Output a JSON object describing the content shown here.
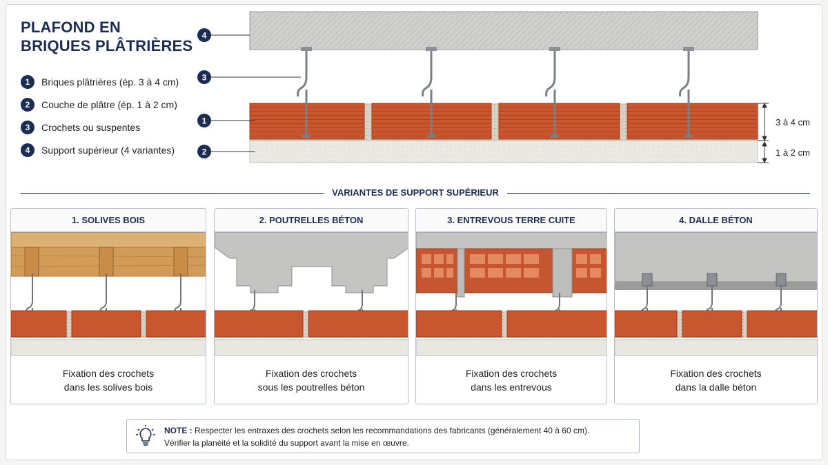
{
  "title_line1": "PLAFOND EN",
  "title_line2": "BRIQUES PLÂTRIÈRES",
  "legend": [
    {
      "num": "1",
      "text": "Briques plâtrières (ép. 3 à 4 cm)"
    },
    {
      "num": "2",
      "text": "Couche de plâtre (ép. 1 à 2 cm)"
    },
    {
      "num": "3",
      "text": "Crochets ou suspentes"
    },
    {
      "num": "4",
      "text": "Support supérieur (4 variantes)"
    }
  ],
  "callouts": {
    "c4": "4",
    "c3": "3",
    "c1": "1",
    "c2": "2"
  },
  "dimensions": {
    "brick": "3 à 4 cm",
    "plaster": "1 à 2 cm"
  },
  "variants_title": "VARIANTES DE SUPPORT SUPÉRIEUR",
  "panels": [
    {
      "title": "1. SOLIVES BOIS",
      "caption_line1": "Fixation des crochets",
      "caption_line2": "dans les solives bois"
    },
    {
      "title": "2. POUTRELLES BÉTON",
      "caption_line1": "Fixation des crochets",
      "caption_line2": "sous les poutrelles béton"
    },
    {
      "title": "3. ENTREVOUS TERRE CUITE",
      "caption_line1": "Fixation des crochets",
      "caption_line2": "dans les entrevous"
    },
    {
      "title": "4. DALLE BÉTON",
      "caption_line1": "Fixation des crochets",
      "caption_line2": "dans la dalle béton"
    }
  ],
  "note": {
    "label": "NOTE :",
    "line1": "Respecter les entraxes des crochets selon les recommandations des fabricants (généralement 40 à 60 cm).",
    "line2": "Vérifier la planéité et la solidité du support avant la mise en œuvre."
  },
  "colors": {
    "navy": "#1b2d55",
    "brick": "#c8562f",
    "mortar": "#d9d2c6",
    "plaster": "#e8e6e1",
    "concrete": "#bdbdbb",
    "wood": "#d9a866",
    "metal": "#8c9096"
  }
}
